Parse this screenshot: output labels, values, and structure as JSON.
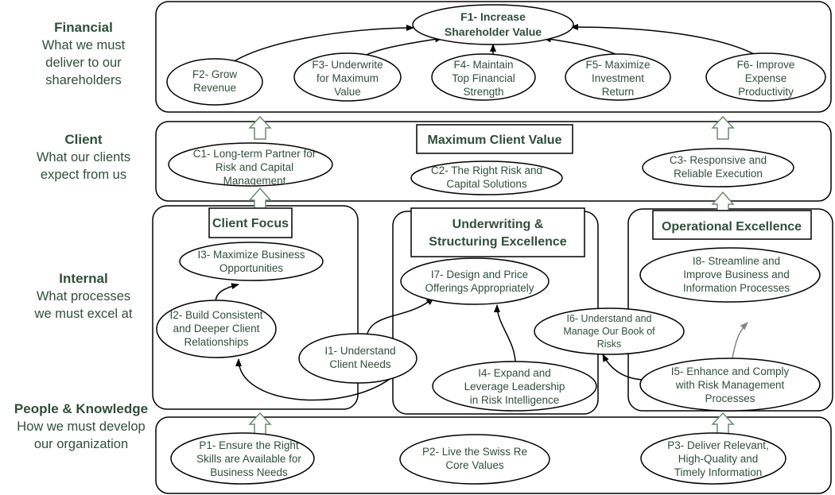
{
  "perspectives": [
    {
      "id": "financial",
      "title": "Financial",
      "description": [
        "What we must",
        "deliver to our",
        "shareholders"
      ]
    },
    {
      "id": "client",
      "title": "Client",
      "description": [
        "What our clients",
        "expect from us"
      ]
    },
    {
      "id": "internal",
      "title": "Internal",
      "description": [
        "What processes",
        "we must excel at"
      ]
    },
    {
      "id": "people",
      "title": "People & Knowledge",
      "description": [
        "How we must develop",
        "our organization"
      ]
    }
  ],
  "themes": {
    "client_value": "Maximum Client Value",
    "client_focus": "Client Focus",
    "underwriting": [
      "Underwriting &",
      "Structuring Excellence"
    ],
    "operational": "Operational Excellence"
  },
  "nodes": {
    "F1": [
      "F1- Increase",
      "Shareholder Value"
    ],
    "F2": [
      "F2- Grow",
      "Revenue"
    ],
    "F3": [
      "F3- Underwrite",
      "for Maximum",
      "Value"
    ],
    "F4": [
      "F4- Maintain",
      "Top Financial",
      "Strength"
    ],
    "F5": [
      "F5- Maximize",
      "Investment",
      "Return"
    ],
    "F6": [
      "F6- Improve",
      "Expense",
      "Productivity"
    ],
    "C1": [
      "C1- Long-term Partner for",
      "Risk and Capital",
      "Management"
    ],
    "C2": [
      "C2- The Right Risk and",
      "Capital Solutions"
    ],
    "C3": [
      "C3- Responsive and",
      "Reliable Execution"
    ],
    "I1": [
      "I1- Understand",
      "Client Needs"
    ],
    "I2": [
      "I2- Build Consistent",
      "and Deeper Client",
      "Relationships"
    ],
    "I3": [
      "I3- Maximize Business",
      "Opportunities"
    ],
    "I4": [
      "I4- Expand and",
      "Leverage Leadership",
      "in Risk Intelligence"
    ],
    "I5": [
      "I5- Enhance and Comply",
      "with Risk Management",
      "Processes"
    ],
    "I6": [
      "I6- Understand and",
      "Manage Our Book of",
      "Risks"
    ],
    "I7": [
      "I7- Design and Price",
      "Offerings Appropriately"
    ],
    "I8": [
      "I8- Streamline and",
      "Improve Business and",
      "Information Processes"
    ],
    "P1": [
      "P1- Ensure the Right",
      "Skills are Available for",
      "Business Needs"
    ],
    "P2": [
      "P2- Live the Swiss Re",
      "Core Values"
    ],
    "P3": [
      "P3- Deliver Relevant,",
      "High-Quality and",
      "Timely Information"
    ]
  },
  "colors": {
    "text": "#2f4f3a",
    "outline": "#000000",
    "block_arrow": "#6f8a6f",
    "grey_arrow": "#7a8a80"
  }
}
